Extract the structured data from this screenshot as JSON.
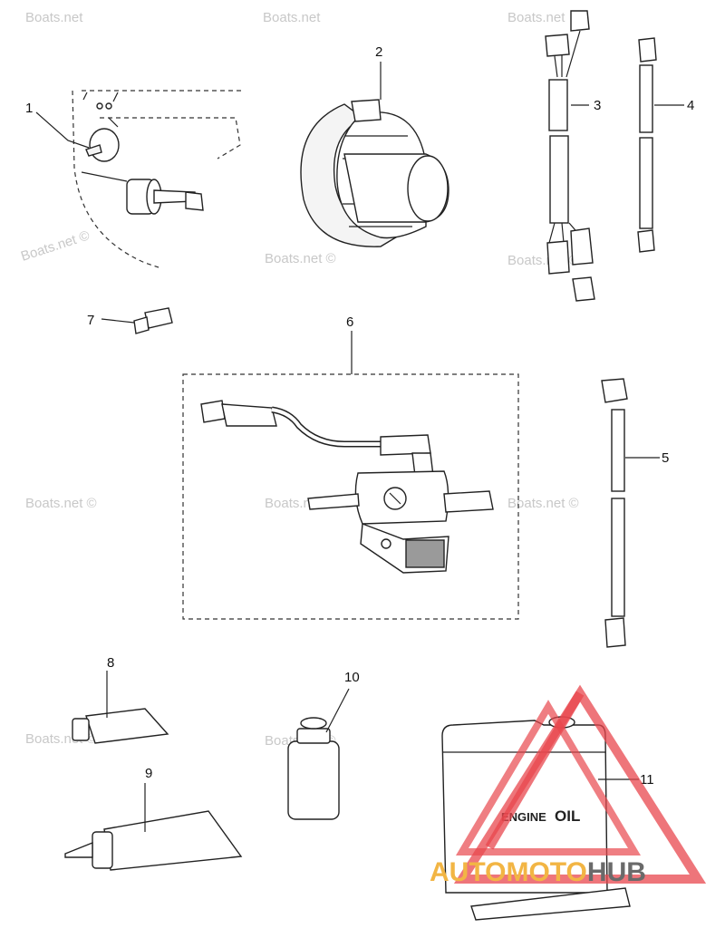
{
  "labels": [
    "1",
    "2",
    "3",
    "4",
    "5",
    "6",
    "7",
    "8",
    "9",
    "10",
    "11"
  ],
  "watermark": "Boats.net",
  "watermark_c": "Boats.net ©",
  "canister_text_1": "ENGINE",
  "canister_text_2": "OIL",
  "brand": {
    "part1": "AUTO",
    "part2": "MOTO",
    "part3": "HUB"
  },
  "colors": {
    "brand_orange": "#f2b544",
    "brand_grey": "#6a6a6a",
    "logo_red": "#e8474d"
  }
}
